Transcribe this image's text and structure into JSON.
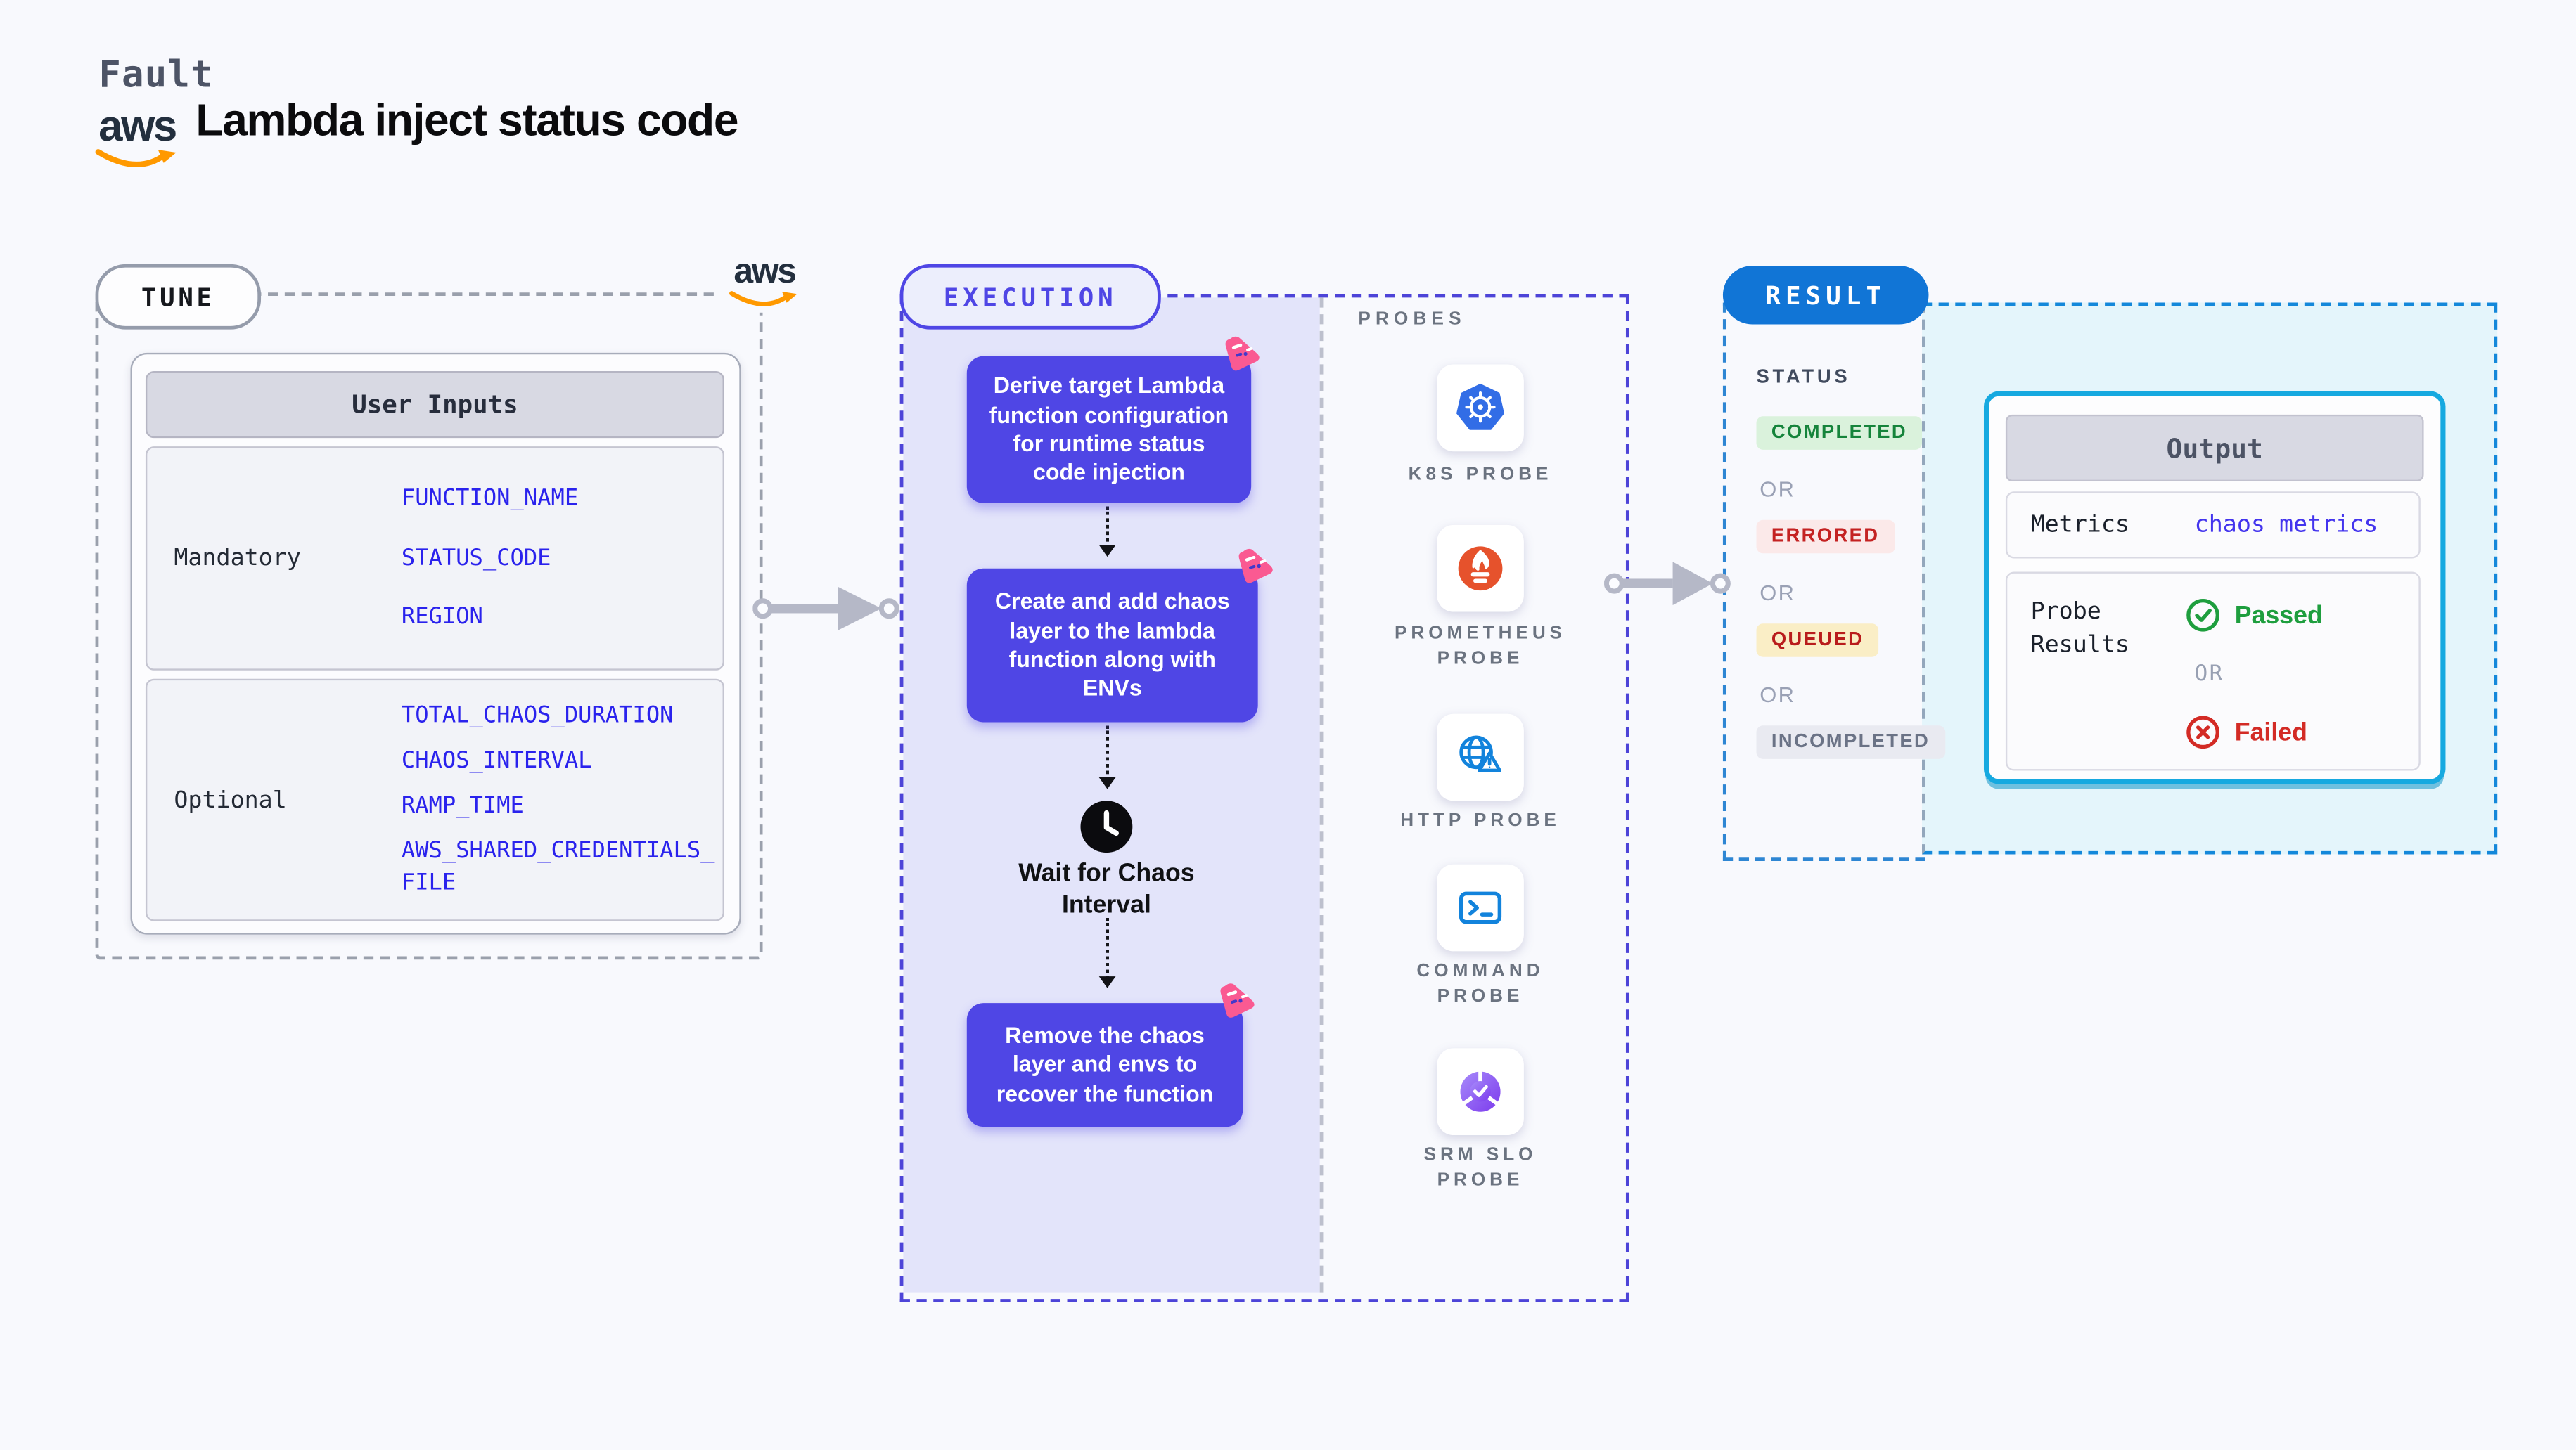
{
  "header": {
    "kicker": "Fault",
    "title": "Lambda inject status code",
    "aws_logo_text": "aws"
  },
  "tune": {
    "label": "TUNE",
    "table": {
      "header": "User Inputs",
      "mandatory_label": "Mandatory",
      "mandatory_values": [
        "FUNCTION_NAME",
        "STATUS_CODE",
        "REGION"
      ],
      "optional_label": "Optional",
      "optional_values": [
        "TOTAL_CHAOS_DURATION",
        "CHAOS_INTERVAL",
        "RAMP_TIME",
        "AWS_SHARED_CREDENTIALS_FILE"
      ]
    }
  },
  "execution": {
    "label": "EXECUTION",
    "steps": [
      "Derive target Lambda function configuration for runtime status code injection",
      "Create and add chaos layer to the lambda function along with ENVs",
      "Remove the chaos layer and envs to recover the function"
    ],
    "wait_label": "Wait for Chaos Interval",
    "probes": {
      "title": "PROBES",
      "items": [
        "K8S PROBE",
        "PROMETHEUS PROBE",
        "HTTP PROBE",
        "COMMAND PROBE",
        "SRM SLO PROBE"
      ]
    }
  },
  "result": {
    "label": "RESULT",
    "status": {
      "title": "STATUS",
      "or": "OR",
      "badges": [
        "COMPLETED",
        "ERRORED",
        "QUEUED",
        "INCOMPLETED"
      ]
    },
    "output": {
      "header": "Output",
      "metrics_label": "Metrics",
      "metrics_value": "chaos metrics",
      "probe_results_label": "Probe Results",
      "passed": "Passed",
      "or": "OR",
      "failed": "Failed"
    }
  },
  "colors": {
    "page_bg": "#f8f9fd",
    "accent_indigo": "#4f46e5",
    "lavender": "#e3e4fa",
    "result_blue": "#1175d6",
    "cyan_border": "#16a9e0",
    "cyan_bg": "#e4f5fb",
    "pink_badge": "#fa5a92",
    "value_blue": "#2a22ed",
    "green": "#1e9e3e",
    "red": "#d32b25",
    "k8s_blue": "#326de6",
    "prometheus_orange": "#e6522c",
    "probe_blue": "#1283dc",
    "srm_purple": "#7c3aed",
    "aws_orange": "#ff9900"
  }
}
